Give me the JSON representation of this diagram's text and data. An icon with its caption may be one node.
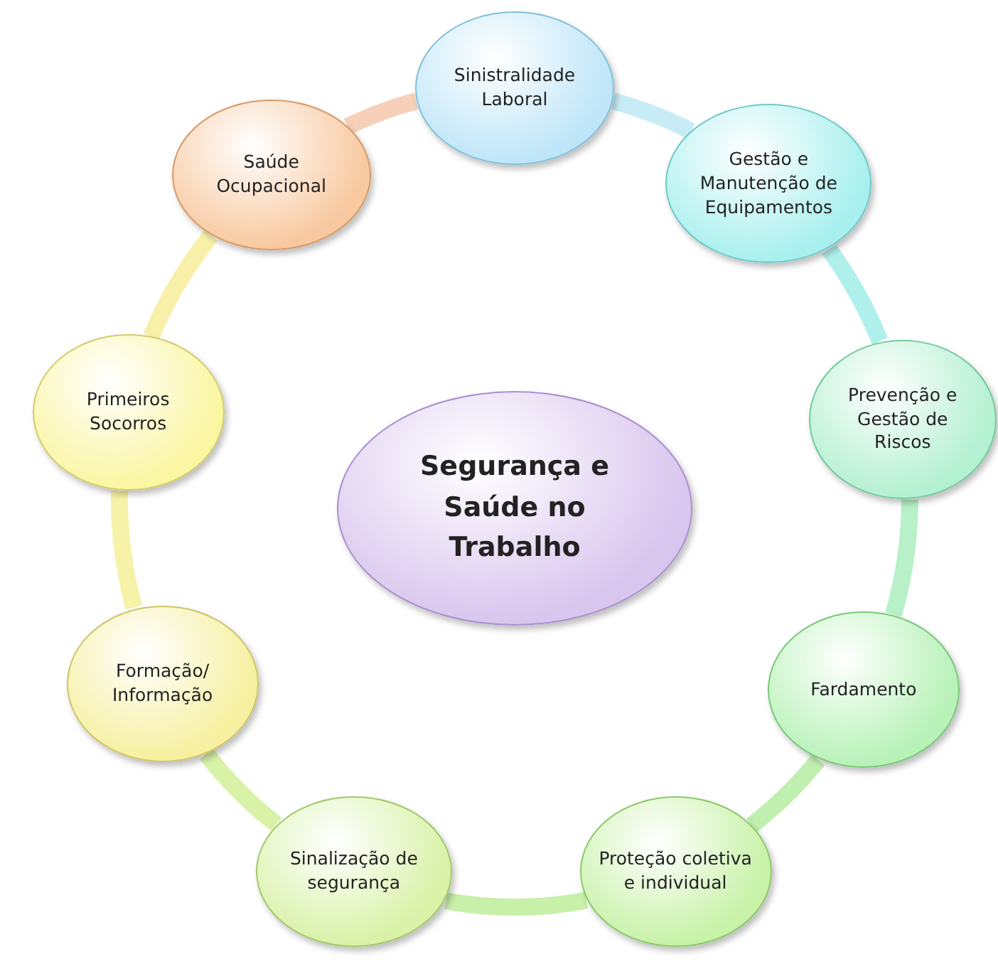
{
  "diagram": {
    "nodes": [
      {
        "text": [
          "Segurança e Saúde  no Trabalho"
        ]
      },
      {
        "text": [
          "Sinistralidade Laboral"
        ]
      },
      {
        "text": [
          "Gestão e Manutenção de Equipamentos"
        ]
      },
      {
        "text": [
          "Prevenção e Gestão de Riscos"
        ]
      },
      {
        "text": [
          "Fardamento"
        ]
      },
      {
        "text": [
          "Proteção coletiva e individual"
        ]
      },
      {
        "text": [
          "Sinalização de segurança"
        ]
      },
      {
        "text": [
          "Formação/ Informação"
        ]
      },
      {
        "text": [
          "Primeiros Socorros"
        ]
      },
      {
        "text": [
          "Saúde Ocupacional"
        ]
      }
    ],
    "edges": [
      {
        "from": 1,
        "to": 2,
        "arrow": "none",
        "color": "#c8ecf5"
      },
      {
        "from": 2,
        "to": 3,
        "arrow": "none",
        "color": "#b0f0ec"
      },
      {
        "from": 3,
        "to": 4,
        "arrow": "none",
        "color": "#b8f0c8"
      },
      {
        "from": 4,
        "to": 5,
        "arrow": "none",
        "color": "#c0f0b0"
      },
      {
        "from": 5,
        "to": 6,
        "arrow": "none",
        "color": "#c8f0a8"
      },
      {
        "from": 6,
        "to": 7,
        "arrow": "none",
        "color": "#d8f2a8"
      },
      {
        "from": 7,
        "to": 8,
        "arrow": "none",
        "color": "#f6f2a8"
      },
      {
        "from": 8,
        "to": 9,
        "arrow": "none",
        "color": "#f8f0a8"
      },
      {
        "from": 9,
        "to": 1,
        "arrow": "none",
        "color": "#f6d0b8"
      }
    ]
  }
}
